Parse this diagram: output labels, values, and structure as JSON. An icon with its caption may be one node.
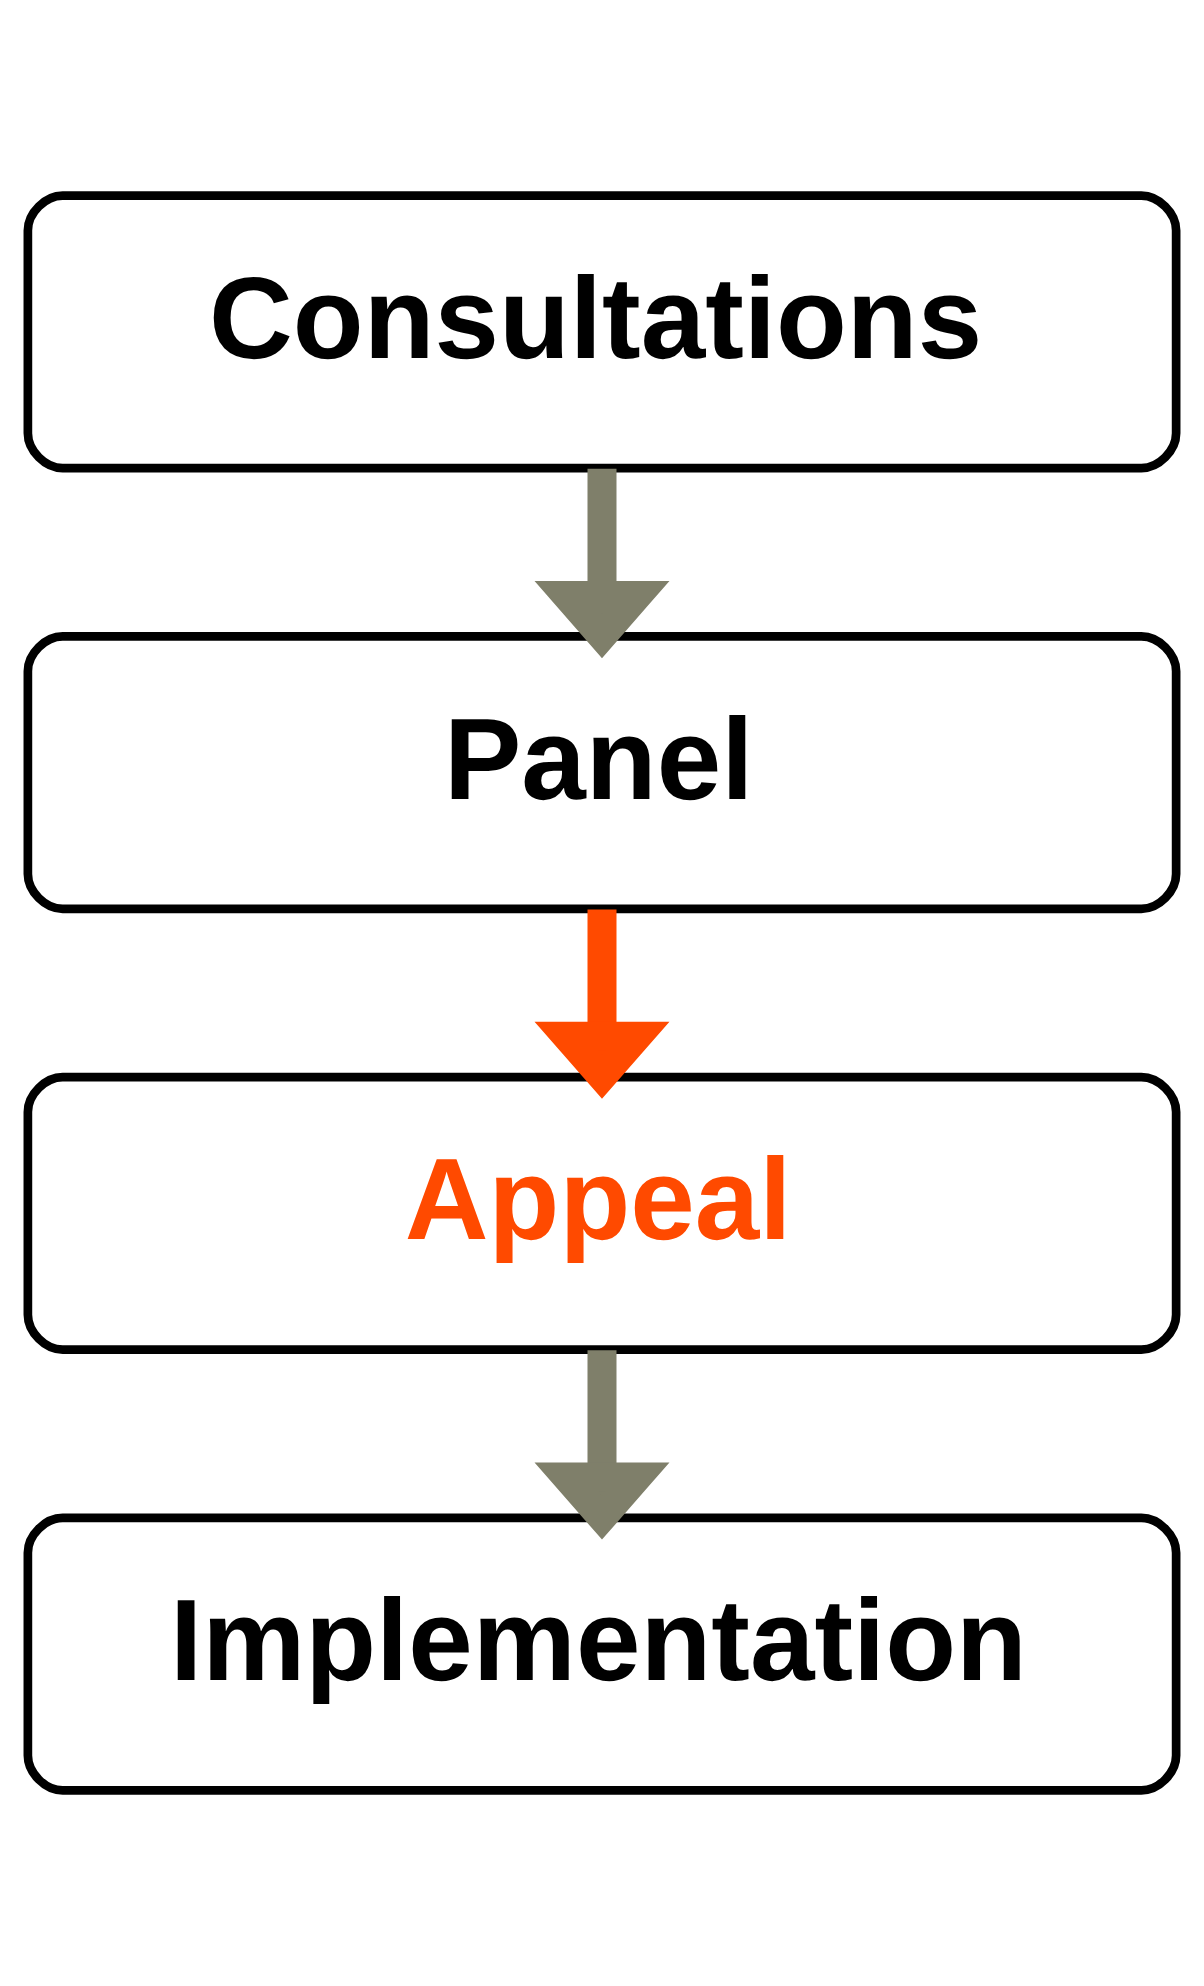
{
  "diagram": {
    "nodes": [
      {
        "text": [
          "Consultations"
        ]
      },
      {
        "text": [
          "Panel"
        ]
      },
      {
        "text": [
          "Appeal"
        ]
      },
      {
        "text": [
          "Implementation"
        ]
      }
    ],
    "edges": [
      {
        "from": 0,
        "to": 1,
        "arrow": "to"
      },
      {
        "from": 1,
        "to": 2,
        "arrow": "to",
        "color": "#ff4a00"
      },
      {
        "from": 2,
        "to": 3,
        "arrow": "to"
      }
    ]
  }
}
